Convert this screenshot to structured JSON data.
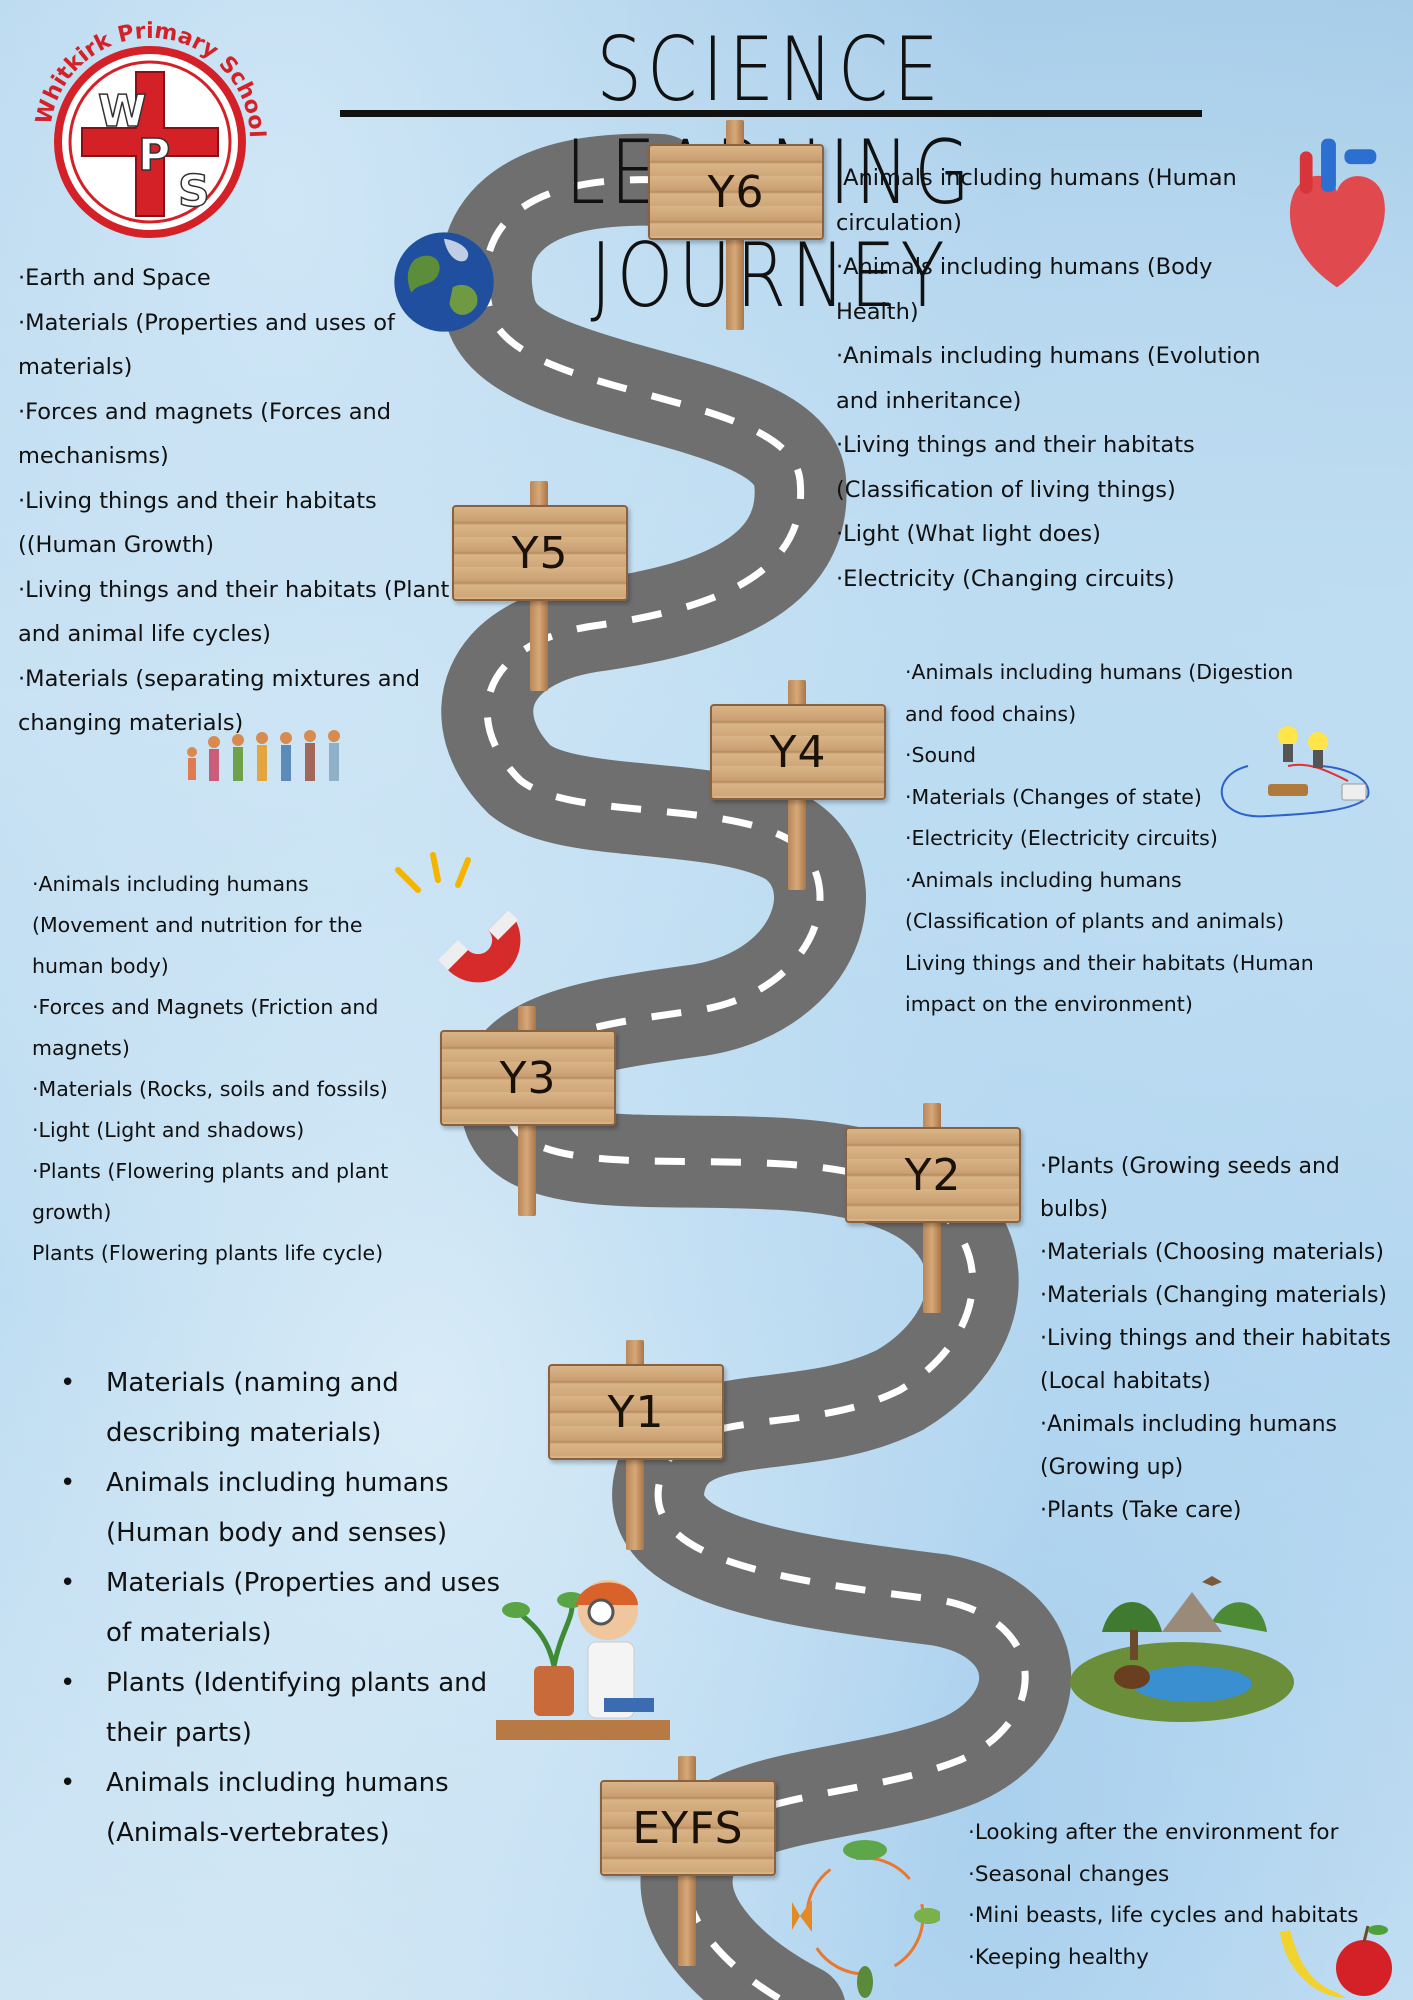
{
  "title": "SCIENCE LEARNING JOURNEY",
  "logo": {
    "school_name": "Whitkirk Primary School",
    "letters": [
      "W",
      "P",
      "S"
    ],
    "colors": {
      "red": "#d42027",
      "white": "#ffffff"
    }
  },
  "signs": {
    "y6": "Y6",
    "y5": "Y5",
    "y4": "Y4",
    "y3": "Y3",
    "y2": "Y2",
    "y1": "Y1",
    "eyfs": "EYFS"
  },
  "y6_topics": [
    "·Animals including humans (Human circulation)",
    "·Animals including humans (Body Health)",
    "·Animals including humans (Evolution and inheritance)",
    "·Living things and their habitats (Classification of living things)",
    "·Light (What light does)",
    "·Electricity (Changing circuits)"
  ],
  "y5_topics": [
    "·Earth and Space",
    "·Materials (Properties and uses of materials)",
    "·Forces and magnets (Forces and mechanisms)",
    "·Living things and their habitats ((Human Growth)",
    "·Living things and their habitats (Plant and animal life cycles)",
    "·Materials (separating mixtures and changing materials)"
  ],
  "y4_topics": [
    "·Animals including humans (Digestion and food chains)",
    "·Sound",
    "·Materials (Changes of state)",
    "·Electricity (Electricity circuits)",
    "·Animals including humans (Classification of plants and animals)",
    "Living things and their habitats (Human impact on the environment)"
  ],
  "y3_topics": [
    "·Animals including humans (Movement and nutrition for the human body)",
    "·Forces and Magnets (Friction and magnets)",
    "·Materials (Rocks, soils and fossils)",
    "·Light (Light and shadows)",
    "·Plants (Flowering plants and plant growth)",
    "Plants (Flowering plants life cycle)"
  ],
  "y2_topics": [
    "·Plants (Growing seeds and bulbs)",
    "·Materials (Choosing materials)",
    "·Materials (Changing materials)",
    "·Living things and their habitats (Local habitats)",
    "·Animals including humans (Growing up)",
    "·Plants (Take care)"
  ],
  "y1_topics": [
    "Materials (naming and describing materials)",
    "Animals including humans (Human body and senses)",
    "Materials (Properties and uses of materials)",
    "Plants (Identifying plants and their parts)",
    "Animals including humans (Animals-vertebrates)"
  ],
  "eyfs_topics": [
    "·Looking after the environment for",
    "·Seasonal changes",
    "·Mini beasts, life cycles and habitats",
    "·Keeping healthy"
  ],
  "icons": [
    "earth-icon",
    "heart-icon",
    "people-icon",
    "circuit-icon",
    "magnet-icon",
    "girl-scientist-icon",
    "habitat-icon",
    "lifecycle-icon",
    "fruit-icon"
  ]
}
